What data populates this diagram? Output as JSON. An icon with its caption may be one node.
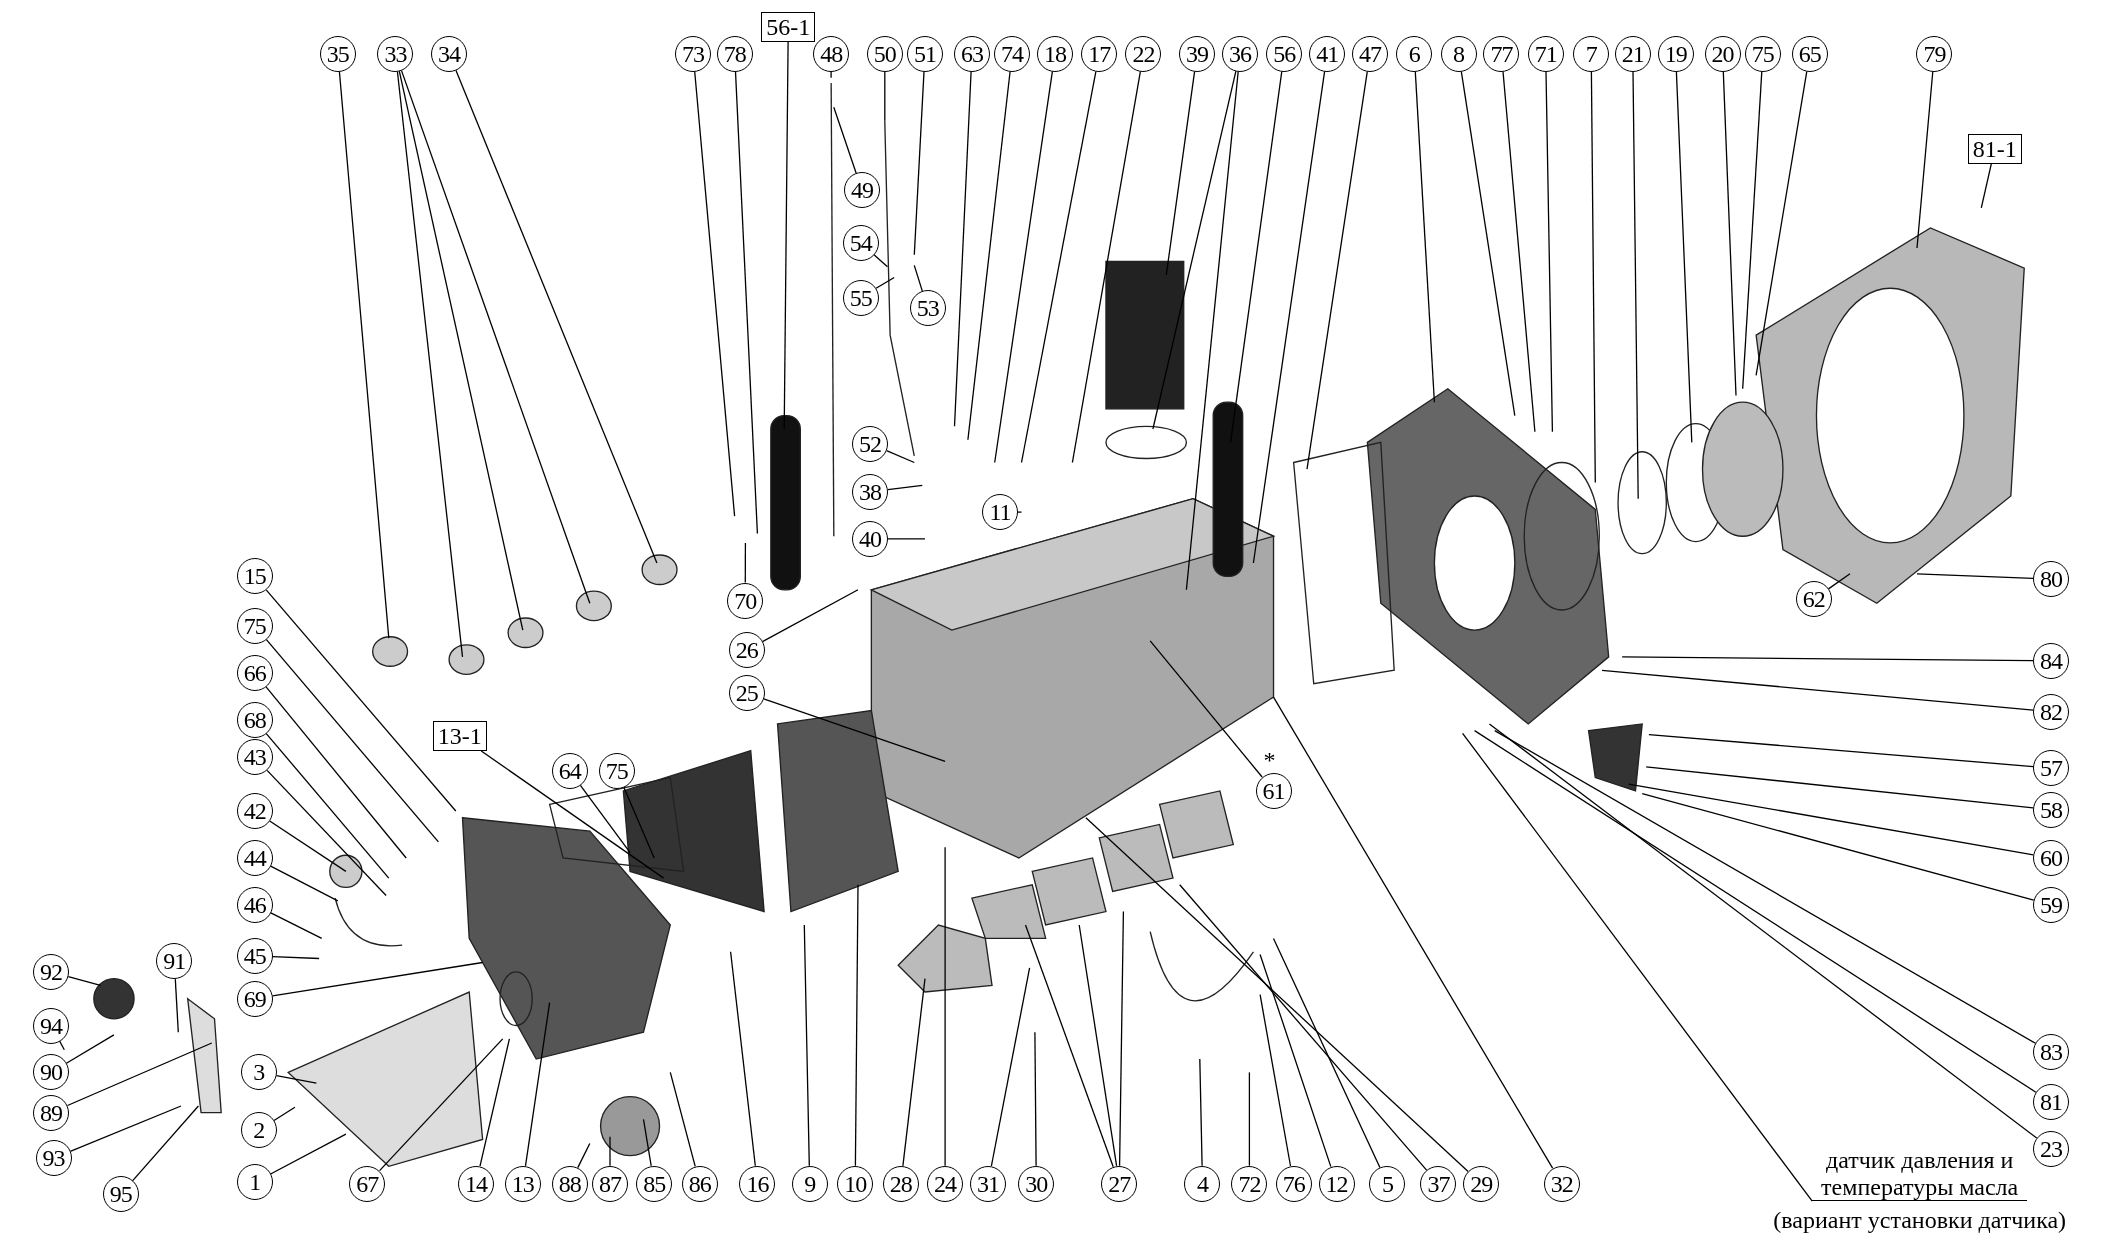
{
  "diagram": {
    "nodes": [
      {
        "text": [
          "35"
        ]
      },
      {
        "text": [
          "33"
        ]
      },
      {
        "text": [
          "34"
        ]
      },
      {
        "text": [
          "73"
        ]
      },
      {
        "text": [
          "78"
        ]
      },
      {
        "text": [
          "56-1"
        ]
      },
      {
        "text": [
          "48"
        ]
      },
      {
        "text": [
          "50"
        ]
      },
      {
        "text": [
          "51"
        ]
      },
      {
        "text": [
          "63"
        ]
      },
      {
        "text": [
          "74"
        ]
      },
      {
        "text": [
          "18"
        ]
      },
      {
        "text": [
          "17"
        ]
      },
      {
        "text": [
          "22"
        ]
      },
      {
        "text": [
          "39"
        ]
      },
      {
        "text": [
          "36"
        ]
      },
      {
        "text": [
          "56"
        ]
      },
      {
        "text": [
          "41"
        ]
      },
      {
        "text": [
          "47"
        ]
      },
      {
        "text": [
          "6"
        ]
      },
      {
        "text": [
          "8"
        ]
      },
      {
        "text": [
          "77"
        ]
      },
      {
        "text": [
          "71"
        ]
      },
      {
        "text": [
          "7"
        ]
      },
      {
        "text": [
          "21"
        ]
      },
      {
        "text": [
          "19"
        ]
      },
      {
        "text": [
          "20"
        ]
      },
      {
        "text": [
          "75"
        ]
      },
      {
        "text": [
          "65"
        ]
      },
      {
        "text": [
          "79"
        ]
      },
      {
        "text": [
          "81-1"
        ]
      },
      {
        "text": [
          "49"
        ]
      },
      {
        "text": [
          "54"
        ]
      },
      {
        "text": [
          "55"
        ]
      },
      {
        "text": [
          "53"
        ]
      },
      {
        "text": [
          "52"
        ]
      },
      {
        "text": [
          "38"
        ]
      },
      {
        "text": [
          "11"
        ]
      },
      {
        "text": [
          "40"
        ]
      },
      {
        "text": [
          "70"
        ]
      },
      {
        "text": [
          "26"
        ]
      },
      {
        "text": [
          "25"
        ]
      },
      {
        "text": [
          "15"
        ]
      },
      {
        "text": [
          "75"
        ]
      },
      {
        "text": [
          "66"
        ]
      },
      {
        "text": [
          "68"
        ]
      },
      {
        "text": [
          "43"
        ]
      },
      {
        "text": [
          "42"
        ]
      },
      {
        "text": [
          "44"
        ]
      },
      {
        "text": [
          "46"
        ]
      },
      {
        "text": [
          "45"
        ]
      },
      {
        "text": [
          "69"
        ]
      },
      {
        "text": [
          "13-1"
        ]
      },
      {
        "text": [
          "64"
        ]
      },
      {
        "text": [
          "75"
        ]
      },
      {
        "text": [
          "61"
        ]
      },
      {
        "text": [
          "62"
        ]
      },
      {
        "text": [
          "80"
        ]
      },
      {
        "text": [
          "84"
        ]
      },
      {
        "text": [
          "82"
        ]
      },
      {
        "text": [
          "57"
        ]
      },
      {
        "text": [
          "58"
        ]
      },
      {
        "text": [
          "60"
        ]
      },
      {
        "text": [
          "59"
        ]
      },
      {
        "text": [
          "83"
        ]
      },
      {
        "text": [
          "81"
        ]
      },
      {
        "text": [
          "23"
        ]
      },
      {
        "text": [
          "92"
        ]
      },
      {
        "text": [
          "91"
        ]
      },
      {
        "text": [
          "94"
        ]
      },
      {
        "text": [
          "90"
        ]
      },
      {
        "text": [
          "3"
        ]
      },
      {
        "text": [
          "89"
        ]
      },
      {
        "text": [
          "2"
        ]
      },
      {
        "text": [
          "93"
        ]
      },
      {
        "text": [
          "1"
        ]
      },
      {
        "text": [
          "95"
        ]
      },
      {
        "text": [
          "67"
        ]
      },
      {
        "text": [
          "14"
        ]
      },
      {
        "text": [
          "13"
        ]
      },
      {
        "text": [
          "88"
        ]
      },
      {
        "text": [
          "87"
        ]
      },
      {
        "text": [
          "85"
        ]
      },
      {
        "text": [
          "86"
        ]
      },
      {
        "text": [
          "16"
        ]
      },
      {
        "text": [
          "9"
        ]
      },
      {
        "text": [
          "10"
        ]
      },
      {
        "text": [
          "28"
        ]
      },
      {
        "text": [
          "24"
        ]
      },
      {
        "text": [
          "31"
        ]
      },
      {
        "text": [
          "30"
        ]
      },
      {
        "text": [
          "27"
        ]
      },
      {
        "text": [
          "4"
        ]
      },
      {
        "text": [
          "72"
        ]
      },
      {
        "text": [
          "76"
        ]
      },
      {
        "text": [
          "12"
        ]
      },
      {
        "text": [
          "5"
        ]
      },
      {
        "text": [
          "37"
        ]
      },
      {
        "text": [
          "29"
        ]
      },
      {
        "text": [
          "32"
        ]
      },
      {
        "text": [
          "датчик давления и температуры масла"
        ]
      }
    ],
    "edges": [
      {
        "from": 0,
        "to": null,
        "arrow": "none"
      },
      {
        "from": 1,
        "to": null,
        "arrow": "none"
      },
      {
        "from": 1,
        "to": null,
        "arrow": "none"
      },
      {
        "from": 1,
        "to": null,
        "arrow": "none"
      },
      {
        "from": 2,
        "to": null,
        "arrow": "none"
      },
      {
        "from": 3,
        "to": null,
        "arrow": "none"
      },
      {
        "from": 4,
        "to": null,
        "arrow": "none"
      },
      {
        "from": 5,
        "to": null,
        "arrow": "none"
      },
      {
        "from": 6,
        "to": null,
        "arrow": "none"
      },
      {
        "from": 7,
        "to": null,
        "arrow": "none"
      },
      {
        "from": 8,
        "to": null,
        "arrow": "none"
      },
      {
        "from": 9,
        "to": null,
        "arrow": "none"
      },
      {
        "from": 10,
        "to": null,
        "arrow": "none"
      },
      {
        "from": 11,
        "to": null,
        "arrow": "none"
      },
      {
        "from": 12,
        "to": null,
        "arrow": "none"
      },
      {
        "from": 13,
        "to": null,
        "arrow": "none"
      },
      {
        "from": 14,
        "to": null,
        "arrow": "none"
      },
      {
        "from": 15,
        "to": null,
        "arrow": "none"
      },
      {
        "from": 15,
        "to": null,
        "arrow": "none"
      },
      {
        "from": 16,
        "to": null,
        "arrow": "none"
      },
      {
        "from": 17,
        "to": null,
        "arrow": "none"
      },
      {
        "from": 18,
        "to": null,
        "arrow": "none"
      },
      {
        "from": 19,
        "to": null,
        "arrow": "none"
      },
      {
        "from": 20,
        "to": null,
        "arrow": "none"
      },
      {
        "from": 21,
        "to": null,
        "arrow": "none"
      },
      {
        "from": 22,
        "to": null,
        "arrow": "none"
      },
      {
        "from": 23,
        "to": null,
        "arrow": "none"
      },
      {
        "from": 24,
        "to": null,
        "arrow": "none"
      },
      {
        "from": 25,
        "to": null,
        "arrow": "none"
      },
      {
        "from": 26,
        "to": null,
        "arrow": "none"
      },
      {
        "from": 27,
        "to": null,
        "arrow": "none"
      },
      {
        "from": 28,
        "to": null,
        "arrow": "none"
      },
      {
        "from": 29,
        "to": null,
        "arrow": "none"
      },
      {
        "from": 30,
        "to": null,
        "arrow": "none"
      },
      {
        "from": 31,
        "to": null,
        "arrow": "none"
      },
      {
        "from": 32,
        "to": null,
        "arrow": "none"
      },
      {
        "from": 33,
        "to": null,
        "arrow": "none"
      },
      {
        "from": 34,
        "to": null,
        "arrow": "none"
      },
      {
        "from": 35,
        "to": null,
        "arrow": "none"
      },
      {
        "from": 36,
        "to": null,
        "arrow": "none"
      },
      {
        "from": 37,
        "to": null,
        "arrow": "none"
      },
      {
        "from": 38,
        "to": null,
        "arrow": "none"
      },
      {
        "from": 39,
        "to": null,
        "arrow": "none"
      },
      {
        "from": 40,
        "to": null,
        "arrow": "none"
      },
      {
        "from": 41,
        "to": null,
        "arrow": "none"
      },
      {
        "from": 42,
        "to": null,
        "arrow": "none"
      },
      {
        "from": 43,
        "to": null,
        "arrow": "none"
      },
      {
        "from": 44,
        "to": null,
        "arrow": "none"
      },
      {
        "from": 45,
        "to": null,
        "arrow": "none"
      },
      {
        "from": 46,
        "to": null,
        "arrow": "none"
      },
      {
        "from": 47,
        "to": null,
        "arrow": "none"
      },
      {
        "from": 48,
        "to": null,
        "arrow": "none"
      },
      {
        "from": 49,
        "to": null,
        "arrow": "none"
      },
      {
        "from": 50,
        "to": null,
        "arrow": "none"
      },
      {
        "from": 51,
        "to": null,
        "arrow": "none"
      },
      {
        "from": 52,
        "to": null,
        "arrow": "none"
      },
      {
        "from": 53,
        "to": null,
        "arrow": "none"
      },
      {
        "from": 54,
        "to": null,
        "arrow": "none"
      },
      {
        "from": 55,
        "to": null,
        "arrow": "none"
      },
      {
        "from": 56,
        "to": null,
        "arrow": "none"
      },
      {
        "from": 57,
        "to": null,
        "arrow": "none"
      },
      {
        "from": 58,
        "to": null,
        "arrow": "none"
      },
      {
        "from": 59,
        "to": null,
        "arrow": "none"
      },
      {
        "from": 60,
        "to": null,
        "arrow": "none"
      },
      {
        "from": 61,
        "to": null,
        "arrow": "none"
      },
      {
        "from": 62,
        "to": null,
        "arrow": "none"
      },
      {
        "from": 63,
        "to": null,
        "arrow": "none"
      },
      {
        "from": 64,
        "to": null,
        "arrow": "none"
      },
      {
        "from": 65,
        "to": null,
        "arrow": "none"
      },
      {
        "from": 66,
        "to": null,
        "arrow": "none"
      },
      {
        "from": 67,
        "to": null,
        "arrow": "none"
      },
      {
        "from": 68,
        "to": null,
        "arrow": "none"
      },
      {
        "from": 69,
        "to": null,
        "arrow": "none"
      },
      {
        "from": 70,
        "to": null,
        "arrow": "none"
      },
      {
        "from": 71,
        "to": null,
        "arrow": "none"
      },
      {
        "from": 72,
        "to": null,
        "arrow": "none"
      },
      {
        "from": 73,
        "to": null,
        "arrow": "none"
      },
      {
        "from": 74,
        "to": null,
        "arrow": "none"
      },
      {
        "from": 75,
        "to": null,
        "arrow": "none"
      },
      {
        "from": 76,
        "to": null,
        "arrow": "none"
      },
      {
        "from": 77,
        "to": null,
        "arrow": "none"
      },
      {
        "from": 78,
        "to": null,
        "arrow": "none"
      },
      {
        "from": 79,
        "to": null,
        "arrow": "none"
      },
      {
        "from": 80,
        "to": null,
        "arrow": "none"
      },
      {
        "from": 81,
        "to": null,
        "arrow": "none"
      },
      {
        "from": 82,
        "to": null,
        "arrow": "none"
      },
      {
        "from": 83,
        "to": null,
        "arrow": "none"
      },
      {
        "from": 84,
        "to": null,
        "arrow": "none"
      },
      {
        "from": 85,
        "to": null,
        "arrow": "none"
      },
      {
        "from": 86,
        "to": null,
        "arrow": "none"
      },
      {
        "from": 87,
        "to": null,
        "arrow": "none"
      },
      {
        "from": 88,
        "to": null,
        "arrow": "none"
      },
      {
        "from": 89,
        "to": null,
        "arrow": "none"
      },
      {
        "from": 90,
        "to": null,
        "arrow": "none"
      },
      {
        "from": 91,
        "to": null,
        "arrow": "none"
      },
      {
        "from": 91,
        "to": null,
        "arrow": "none"
      },
      {
        "from": 91,
        "to": null,
        "arrow": "none"
      },
      {
        "from": 92,
        "to": null,
        "arrow": "none"
      },
      {
        "from": 93,
        "to": null,
        "arrow": "none"
      },
      {
        "from": 94,
        "to": null,
        "arrow": "none"
      },
      {
        "from": 95,
        "to": null,
        "arrow": "none"
      },
      {
        "from": 96,
        "to": null,
        "arrow": "none"
      },
      {
        "from": 97,
        "to": null,
        "arrow": "none"
      },
      {
        "from": 98,
        "to": null,
        "arrow": "none"
      },
      {
        "from": 99,
        "to": null,
        "arrow": "none"
      },
      {
        "from": 100,
        "to": null,
        "arrow": "none"
      }
    ],
    "labels": [
      "*",
      "(вариант установки  датчика)"
    ]
  }
}
